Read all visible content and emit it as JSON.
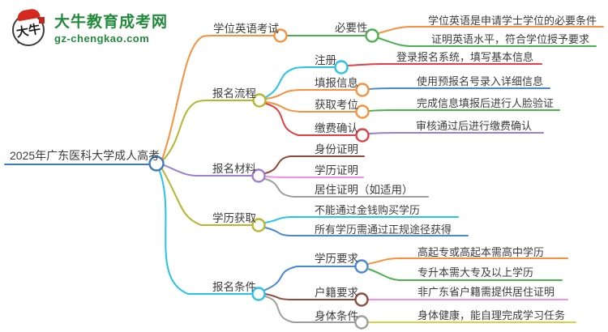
{
  "logo": {
    "icon_text": "大牛",
    "site_name": "大牛教育成考网",
    "site_url": "gz-chengkao.com",
    "green": "#228b3b",
    "red": "#d5281e"
  },
  "root": {
    "label": "2025年广东医科大学成人高考",
    "color": "#3e7bbe"
  },
  "branches": [
    {
      "label": "学位英语考试",
      "color": "#f7913d",
      "children": [
        {
          "label": "必要性",
          "color": "#4cb050",
          "children": [
            {
              "label": "学位英语是申请学士学位的必要条件",
              "color": "#f7913d"
            },
            {
              "label": "证明英语水平，符合学位授予要求",
              "color": "#4cb050"
            }
          ]
        }
      ]
    },
    {
      "label": "报名流程",
      "color": "#b3b82e",
      "children": [
        {
          "label": "注册",
          "color": "#27c3e8",
          "children": [
            {
              "label": "登录报名系统，填写基本信息",
              "color": "#e33e43"
            }
          ]
        },
        {
          "label": "填报信息",
          "color": "#f7913d",
          "children": [
            {
              "label": "使用预报名号录入详细信息",
              "color": "#4a87d5"
            }
          ]
        },
        {
          "label": "获取考位",
          "color": "#f7913d",
          "children": [
            {
              "label": "完成信息填报后进行人脸验证",
              "color": "#4cb050"
            }
          ]
        },
        {
          "label": "缴费确认",
          "color": "#e33e43",
          "children": [
            {
              "label": "审核通过后进行缴费确认",
              "color": "#9b7fd4"
            }
          ]
        }
      ]
    },
    {
      "label": "报名材料",
      "color": "#9b7fd4",
      "children": [
        {
          "label": "身份证明",
          "color": "#8e4b3b"
        },
        {
          "label": "学历证明",
          "color": "#f88fe3"
        },
        {
          "label": "居住证明（如适用）",
          "color": "#9e9e9e"
        }
      ]
    },
    {
      "label": "学历获取",
      "color": "#b3b82e",
      "children": [
        {
          "label": "不能通过金钱购买学历",
          "color": "#27c3e8"
        },
        {
          "label": "所有学历需通过正规途径获得",
          "color": "#4a87d5"
        }
      ]
    },
    {
      "label": "报名条件",
      "color": "#27c3e8",
      "children": [
        {
          "label": "学历要求",
          "color": "#4a87d5",
          "children": [
            {
              "label": "高起专或高起本需高中学历",
              "color": "#f7913d"
            },
            {
              "label": "专升本需大专及以上学历",
              "color": "#4cb050"
            }
          ]
        },
        {
          "label": "户籍要求",
          "color": "#8e4b3b",
          "children": [
            {
              "label": "非广东省户籍需提供居住证明",
              "color": "#f88fe3"
            }
          ]
        },
        {
          "label": "身体条件",
          "color": "#9e9e9e",
          "children": [
            {
              "label": "身体健康，能自理完成学习任务",
              "color": "#d4d73b"
            }
          ]
        }
      ]
    }
  ]
}
